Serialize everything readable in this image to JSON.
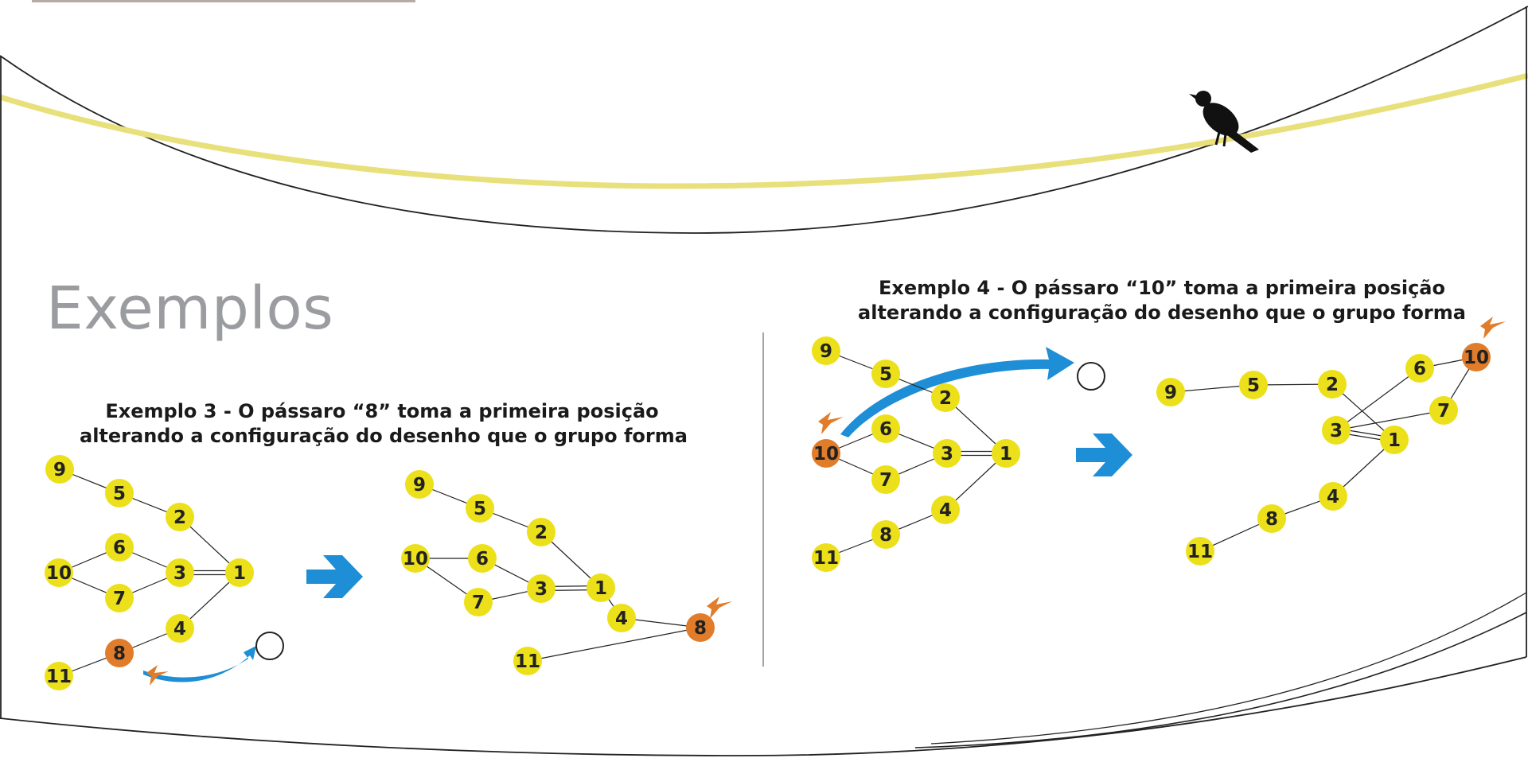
{
  "heading": "Exemplos",
  "colors": {
    "node": "#ece01a",
    "node_highlight": "#e07c2a",
    "arrow": "#1e8ed6",
    "wire": "#e8e07a",
    "heading": "#9a9ca0"
  },
  "icons": [
    "crow-silhouette-icon",
    "swallow-icon",
    "right-arrow-icon",
    "curved-arrow-icon",
    "empty-position-circle-icon"
  ],
  "examples": [
    {
      "caption_line1": "Exemplo 3 - O pássaro “8” toma a primeira posição",
      "caption_line2": "alterando a configuração do desenho que o grupo forma",
      "mover": "8",
      "before_nodes": [
        "9",
        "5",
        "2",
        "10",
        "6",
        "3",
        "1",
        "7",
        "4",
        "8",
        "11"
      ],
      "after_nodes": [
        "9",
        "5",
        "2",
        "10",
        "6",
        "3",
        "1",
        "7",
        "4",
        "8",
        "11"
      ]
    },
    {
      "caption_line1": "Exemplo 4 - O pássaro “10” toma a primeira posição",
      "caption_line2": "alterando a configuração do desenho que o grupo forma",
      "mover": "10",
      "before_nodes": [
        "9",
        "5",
        "2",
        "6",
        "10",
        "3",
        "1",
        "7",
        "4",
        "8",
        "11"
      ],
      "after_nodes": [
        "9",
        "5",
        "2",
        "6",
        "10",
        "7",
        "3",
        "1",
        "4",
        "8",
        "11"
      ]
    }
  ]
}
